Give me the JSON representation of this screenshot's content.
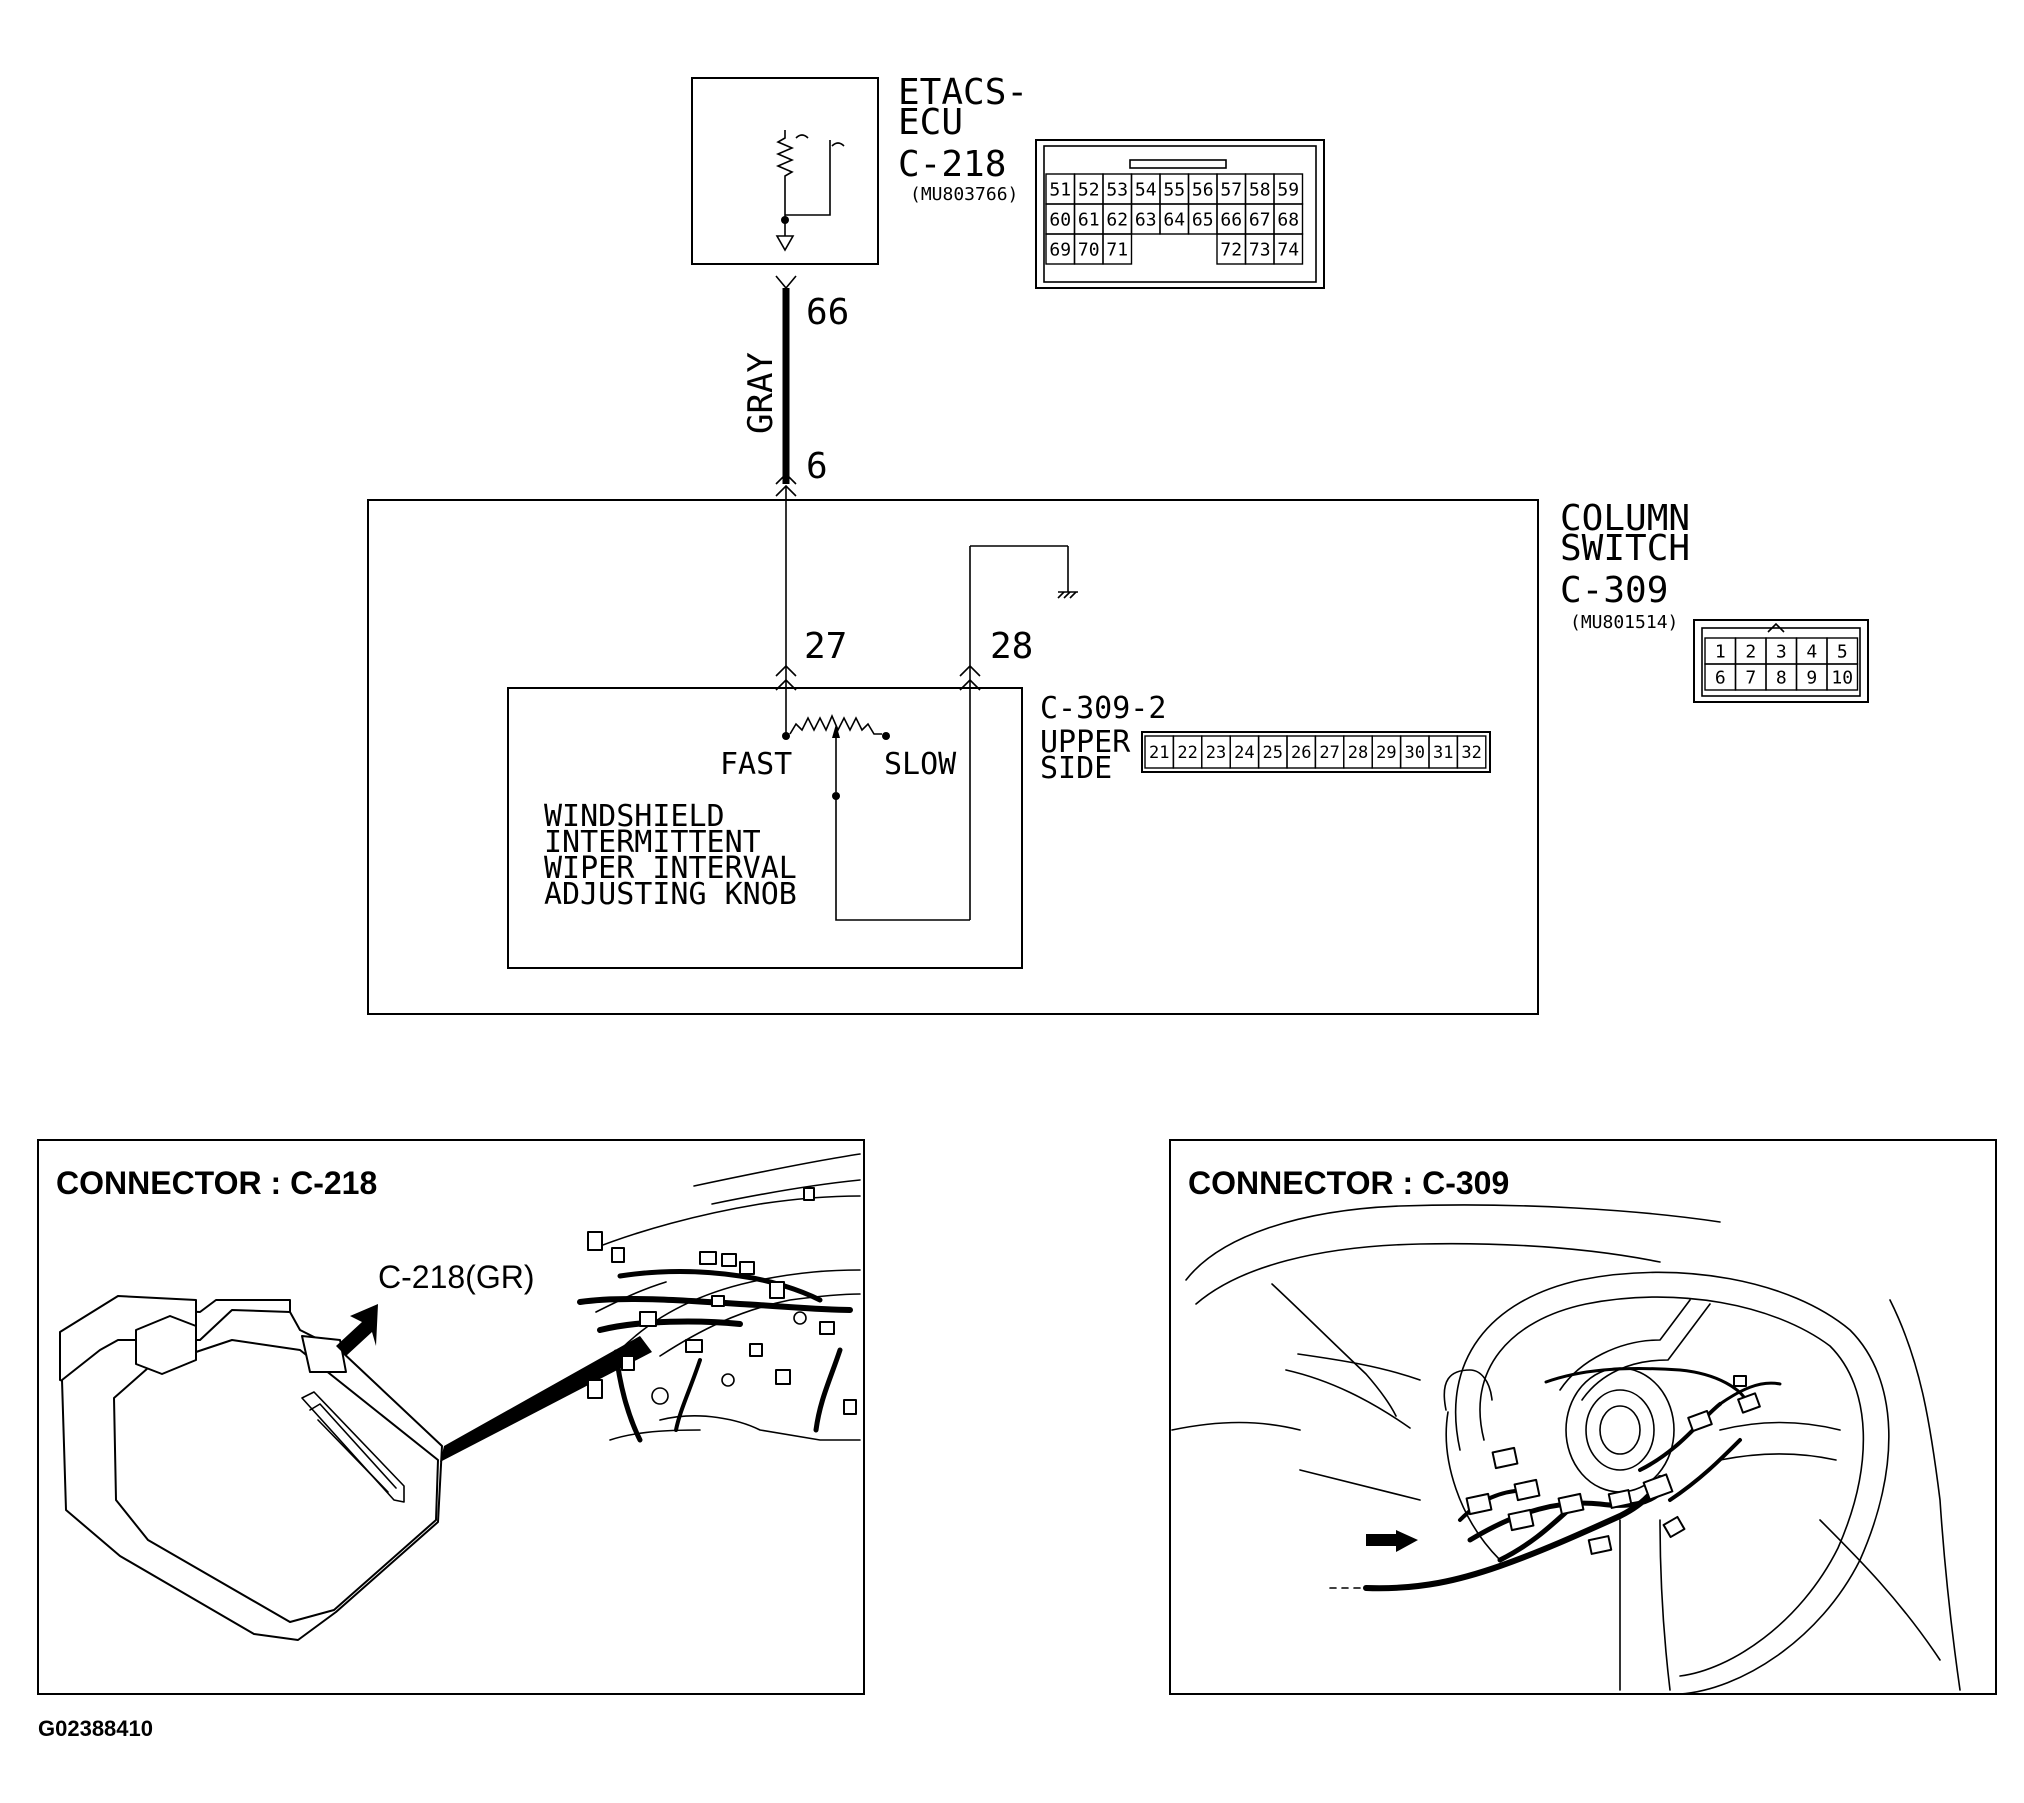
{
  "etacs": {
    "name_line1": "ETACS-",
    "name_line2": "ECU",
    "connector": "C-218",
    "part_no": "(MU803766)",
    "pins_row1": [
      "51",
      "52",
      "53",
      "54",
      "55",
      "56",
      "57",
      "58",
      "59"
    ],
    "pins_row2": [
      "60",
      "61",
      "62",
      "63",
      "64",
      "65",
      "66",
      "67",
      "68"
    ],
    "pins_row3_left": [
      "69",
      "70",
      "71"
    ],
    "pins_row3_right": [
      "72",
      "73",
      "74"
    ]
  },
  "wire": {
    "color_label": "GRAY",
    "pin_top": "66",
    "pin_bottom": "6"
  },
  "column_switch": {
    "name_line1": "COLUMN",
    "name_line2": "SWITCH",
    "connector": "C-309",
    "part_no": "(MU801514)",
    "pins_row1": [
      "1",
      "2",
      "3",
      "4",
      "5"
    ],
    "pins_row2": [
      "6",
      "7",
      "8",
      "9",
      "10"
    ],
    "pin_27": "27",
    "pin_28": "28",
    "sub_connector": "C-309-2",
    "upper_line1": "UPPER",
    "upper_line2": "SIDE",
    "upper_pins": [
      "21",
      "22",
      "23",
      "24",
      "25",
      "26",
      "27",
      "28",
      "29",
      "30",
      "31",
      "32"
    ]
  },
  "knob": {
    "fast": "FAST",
    "slow": "SLOW",
    "line1": "WINDSHIELD",
    "line2": "INTERMITTENT",
    "line3": "WIPER INTERVAL",
    "line4": "ADJUSTING KNOB"
  },
  "panel_left": {
    "title": "CONNECTOR : C-218",
    "callout": "C-218(GR)"
  },
  "panel_right": {
    "title": "CONNECTOR : C-309"
  },
  "figure_id": "G02388410"
}
